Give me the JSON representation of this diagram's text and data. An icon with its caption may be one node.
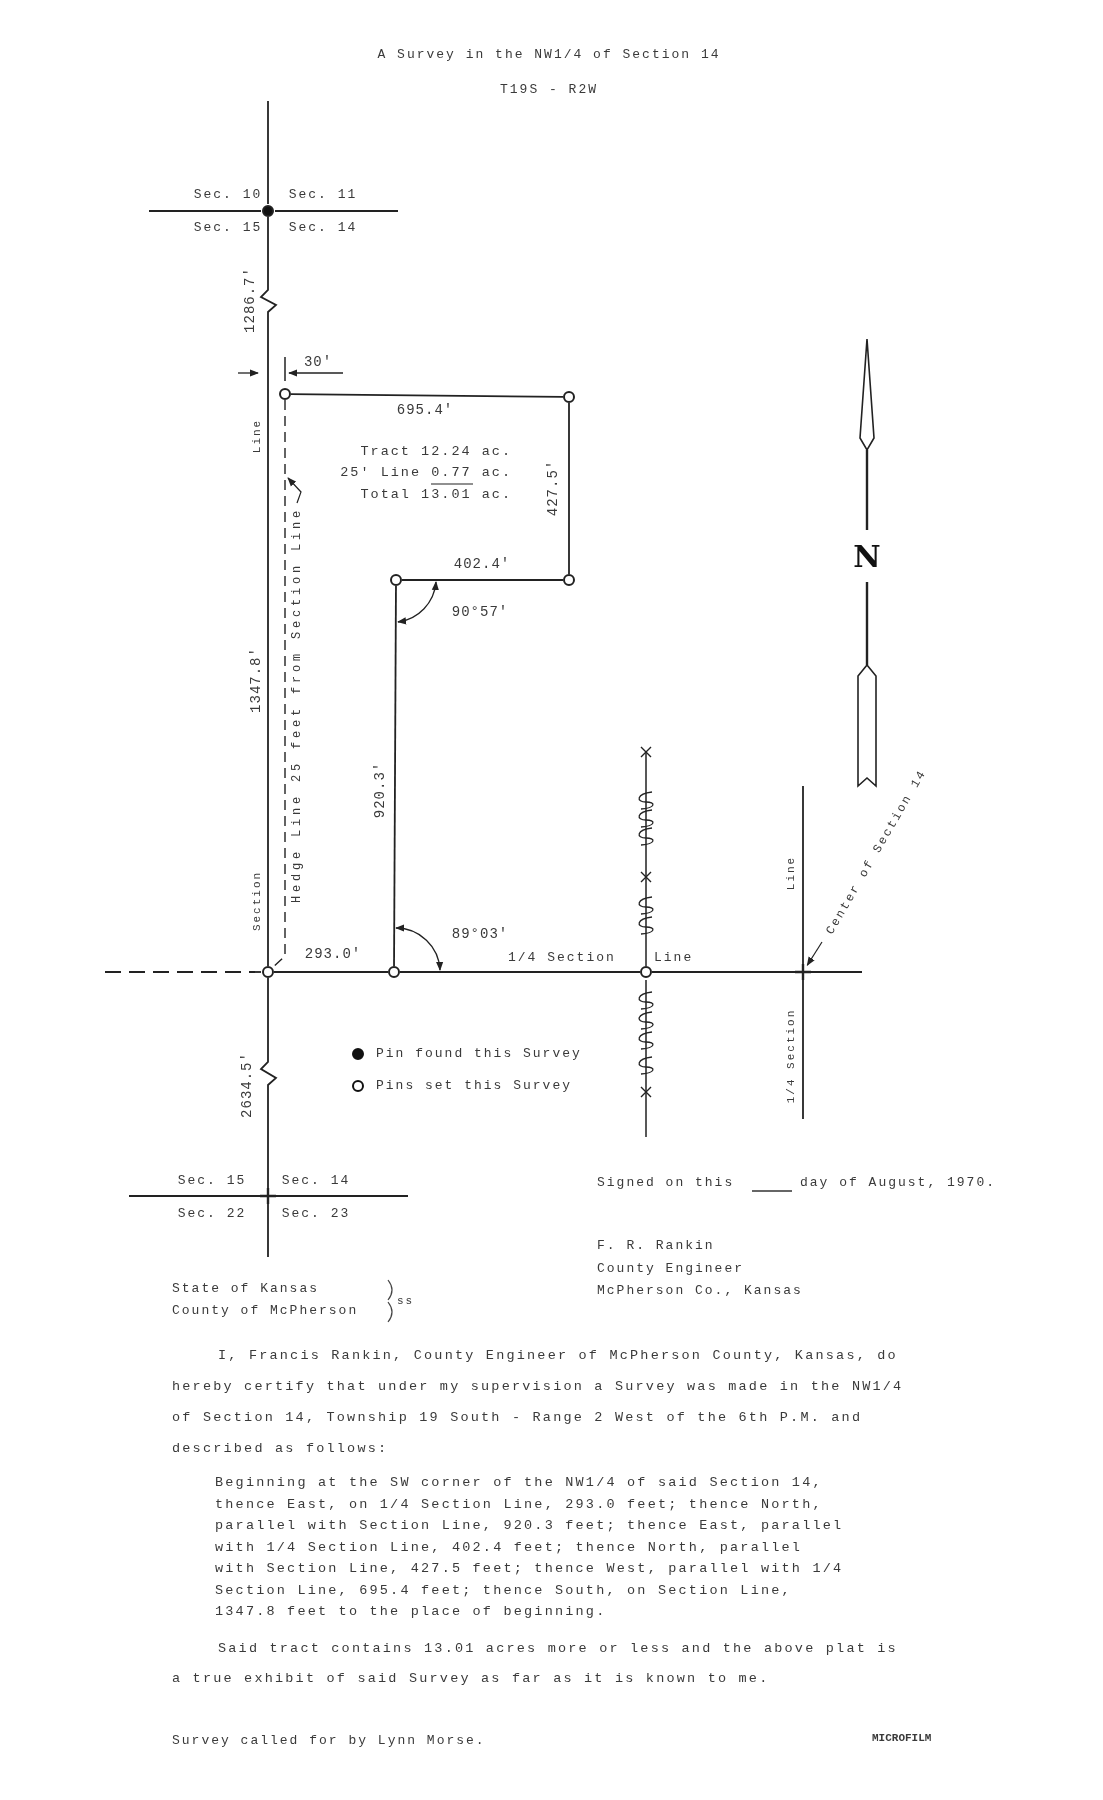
{
  "diagram": {
    "title": "A Survey in the NW1/4 of Section 14",
    "nodes": [
      {
        "text": [],
        "shape": "circle"
      },
      {
        "text": [],
        "shape": "circle"
      },
      {
        "text": [],
        "shape": "circle"
      },
      {
        "text": [],
        "shape": "circle"
      },
      {
        "text": [],
        "shape": "circle"
      },
      {
        "text": [
          "Hedge Line 25 feet from Section Line"
        ]
      },
      {
        "text": [],
        "shape": "circle"
      },
      {
        "text": [],
        "shape": "circle"
      },
      {
        "text": [],
        "shape": "circle"
      },
      {
        "text": [
          "Center of Section 14"
        ]
      },
      {
        "text": [],
        "shape": "cross"
      },
      {
        "text": [],
        "shape": "cross"
      }
    ],
    "edges": [
      {
        "from": 0,
        "to": 6,
        "arrow": "none"
      },
      {
        "from": 6,
        "to": 7,
        "arrow": "none",
        "label": "293.0'"
      },
      {
        "from": 7,
        "to": 4,
        "arrow": "none",
        "label": "920.3'"
      },
      {
        "from": 4,
        "to": 3,
        "arrow": "none",
        "label": "402.4'"
      },
      {
        "from": 3,
        "to": 2,
        "arrow": "none",
        "label": "427.5'"
      },
      {
        "from": 2,
        "to": 1,
        "arrow": "none",
        "label": "695.4'"
      },
      {
        "from": 5,
        "to": null,
        "arrow": "to"
      },
      {
        "from": 7,
        "to": 8,
        "arrow": "none"
      },
      {
        "from": 8,
        "to": 10,
        "arrow": "none"
      },
      {
        "from": 9,
        "to": 10,
        "arrow": "to"
      },
      {
        "from": 6,
        "to": 11,
        "arrow": "none",
        "label": "2634.5'"
      },
      {
        "from": 1,
        "to": 6,
        "arrow": "none",
        "style": "dashed"
      }
    ],
    "labels": [
      "T19S - R2W",
      "Sec. 10",
      "Sec. 11",
      "Sec. 15",
      "Sec. 14",
      "1286.7'",
      "30'",
      "Line",
      "Tract 12.24 ac.",
      "25' Line 0.77 ac.",
      "Total 13.01 ac.",
      "N",
      "1347.8'",
      "90°57'",
      "Section",
      "89°03'",
      "1/4 Section",
      "Line",
      "Line",
      "1/4 Section",
      "Sec. 15",
      "Sec. 14",
      "Sec. 22",
      "Sec. 23",
      "Signed on this",
      "day of August, 1970.",
      "F. R. Rankin",
      "County Engineer",
      "State of Kansas",
      "McPherson Co., Kansas",
      "County of McPherson",
      "ss",
      "I, Francis Rankin, County Engineer of McPherson County, Kansas, do hereby certify that under my supervision a Survey was made in the NW1/4 of Section 14, Township 19 South - Range 2 West of the 6th P.M. and described as follows:",
      "Beginning at the SW corner of the NW1/4 of said Section 14, thence East, on 1/4 Section Line, 293.0 feet; thence North, parallel with Section Line, 920.3 feet; thence East, parallel with 1/4 Section Line, 402.4 feet; thence North, parallel with Section Line, 427.5 feet; thence West, parallel with 1/4 Section Line, 695.4 feet; thence South, on Section Line, 1347.8 feet to the place of beginning.",
      "Said tract contains 13.01 acres more or less and the above plat is a true exhibit of said Survey as far as it is known to me.",
      "Survey called for by Lynn Morse.",
      "MICROFILM"
    ],
    "legend": [
      {
        "text": "Pin found this Survey"
      },
      {
        "text": "Pins set this Survey"
      }
    ]
  }
}
